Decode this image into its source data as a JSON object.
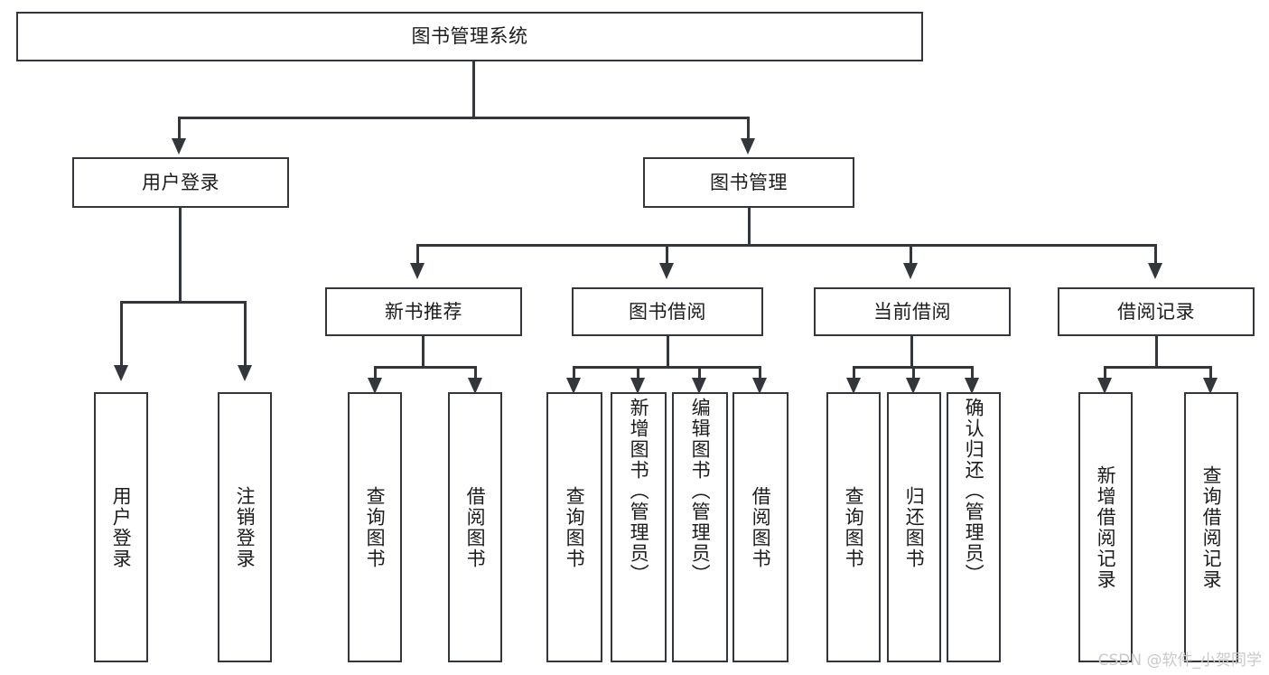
{
  "diagram": {
    "title_node": {
      "id": "root",
      "label": "图书管理系统"
    },
    "level2": [
      {
        "id": "user-login",
        "label": "用户登录"
      },
      {
        "id": "book-manage",
        "label": "图书管理"
      }
    ],
    "level3": [
      {
        "id": "new-book-recommend",
        "label": "新书推荐"
      },
      {
        "id": "book-borrow",
        "label": "图书借阅"
      },
      {
        "id": "current-borrow",
        "label": "当前借阅"
      },
      {
        "id": "borrow-record",
        "label": "借阅记录"
      }
    ],
    "leaves": {
      "user_login": [
        {
          "id": "leaf-user-login",
          "label": "用户登录"
        },
        {
          "id": "leaf-logout-login",
          "label": "注销登录"
        }
      ],
      "new_book_recommend": [
        {
          "id": "leaf-query-book-1",
          "label": "查询图书"
        },
        {
          "id": "leaf-borrow-book-1",
          "label": "借阅图书"
        }
      ],
      "book_borrow": [
        {
          "id": "leaf-query-book-2",
          "label": "查询图书"
        },
        {
          "id": "leaf-add-book",
          "label": "新增图书（管理员）"
        },
        {
          "id": "leaf-edit-book",
          "label": "编辑图书（管理员）"
        },
        {
          "id": "leaf-borrow-book-2",
          "label": "借阅图书"
        }
      ],
      "current_borrow": [
        {
          "id": "leaf-query-book-3",
          "label": "查询图书"
        },
        {
          "id": "leaf-return-book",
          "label": "归还图书"
        },
        {
          "id": "leaf-confirm-return",
          "label": "确认归还（管理员）"
        }
      ],
      "borrow_record": [
        {
          "id": "leaf-add-record",
          "label": "新增借阅记录"
        },
        {
          "id": "leaf-query-record",
          "label": "查询借阅记录"
        }
      ]
    }
  },
  "watermark": {
    "text": "CSDN @软件_小贺同学"
  },
  "colors": {
    "stroke": "#33373b",
    "box_fill": "#ffffff",
    "text": "#1c1c1c",
    "watermark": "#c9c9c9"
  }
}
